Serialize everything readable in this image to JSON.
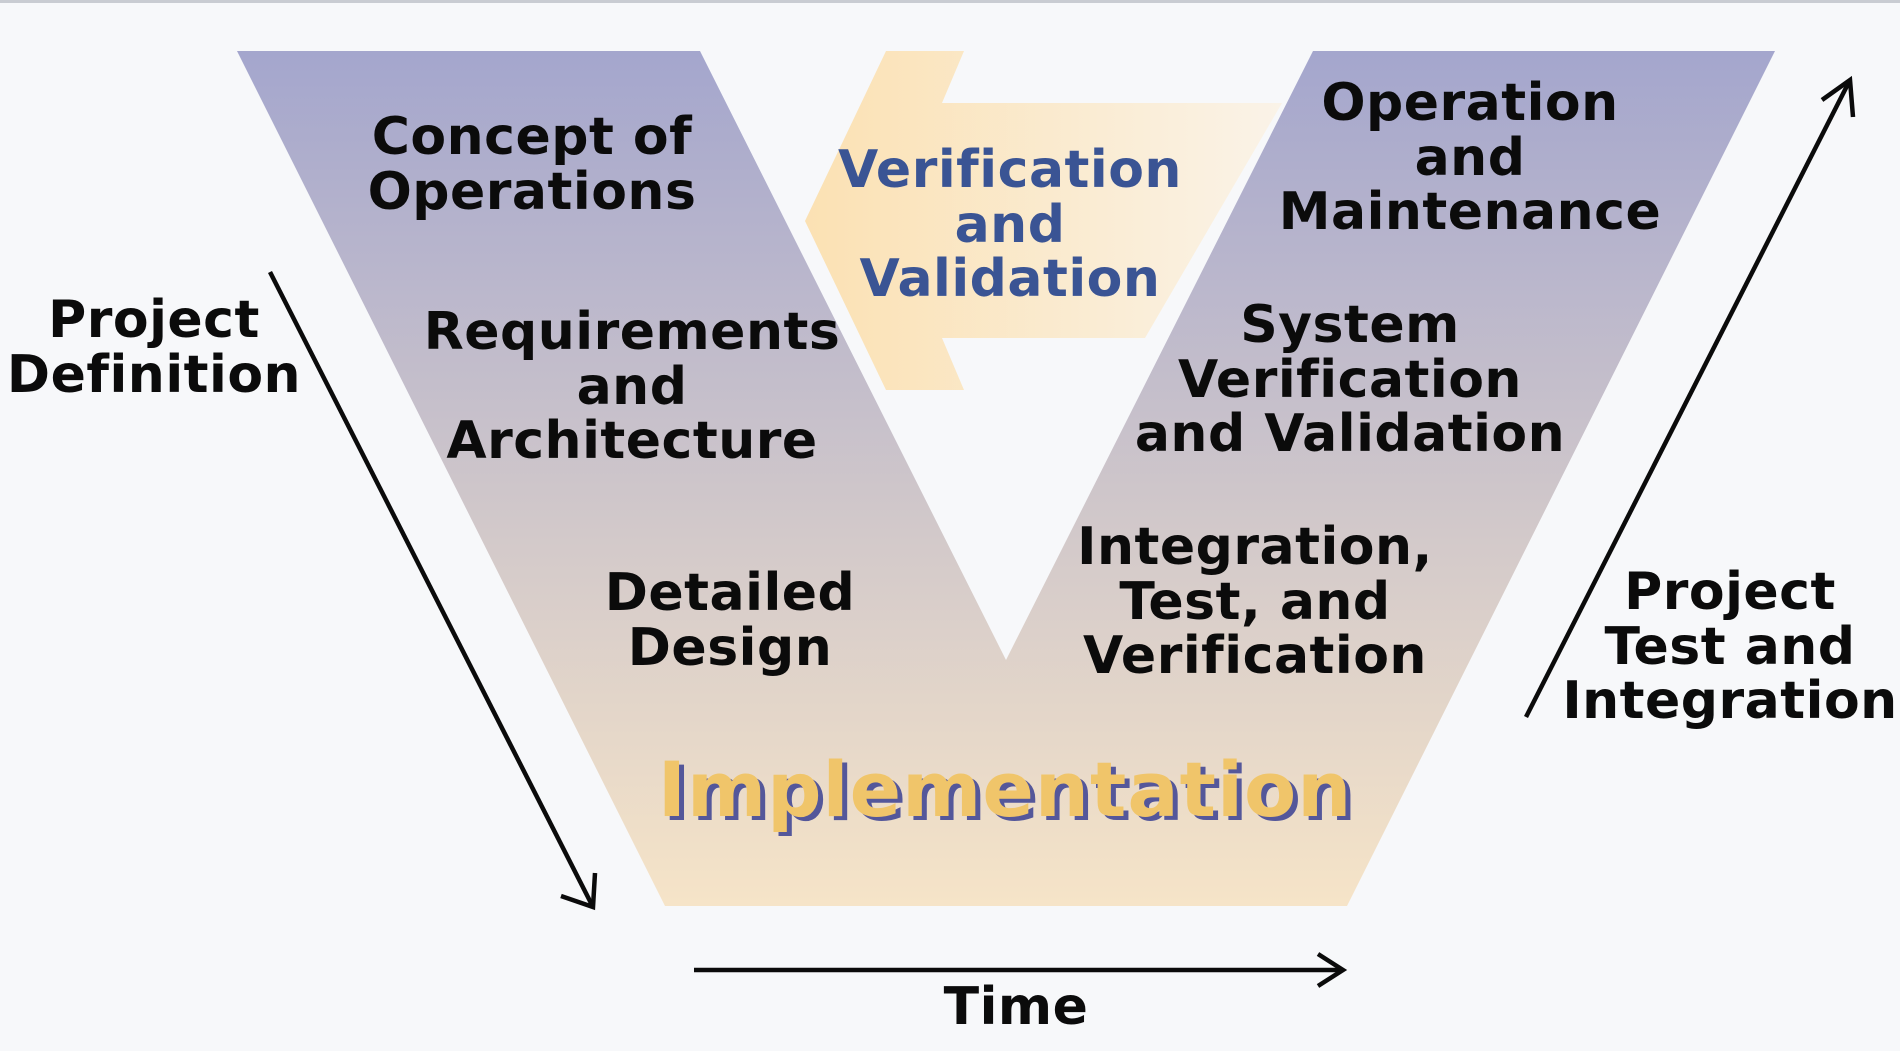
{
  "diagram": {
    "left_phases": {
      "concept": "Concept of\nOperations",
      "requirements": "Requirements\nand\nArchitecture",
      "design": "Detailed\nDesign"
    },
    "bottom_phase": "Implementation",
    "right_phases": {
      "integration": "Integration,\nTest, and\nVerification",
      "system_vv": "System\nVerification\nand Validation",
      "operation": "Operation\nand\nMaintenance"
    },
    "feedback_arrow_label": "Verification\nand\nValidation",
    "axes": {
      "left_arrow_label": "Project\nDefinition",
      "right_arrow_label": "Project\nTest and\nIntegration",
      "time_arrow_label": "Time"
    }
  },
  "colors": {
    "v_top": "#a4a6cd",
    "v_bottom": "#f6e4c8",
    "vv_arrow_left": "#fbe1b3",
    "vv_arrow_right": "#faf3e8",
    "vv_text": "#3a5494",
    "implementation_text": "#f0c56a",
    "implementation_shadow": "#54579a",
    "text": "#0b0b0b",
    "background": "#f7f8fa"
  }
}
